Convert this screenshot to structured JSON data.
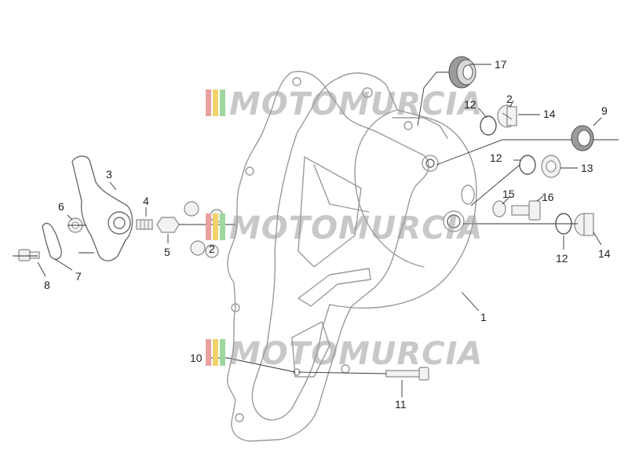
{
  "watermark": {
    "text": "MOTOMURCIA",
    "stripe_colors": [
      "#e8a0a0",
      "#f0d36a",
      "#9fd79f"
    ]
  },
  "callouts": {
    "c1": "1",
    "c2a": "2",
    "c2b": "2",
    "c3": "3",
    "c4": "4",
    "c5": "5",
    "c6": "6",
    "c7": "7",
    "c8": "8",
    "c9": "9",
    "c10": "10",
    "c11": "11",
    "c12a": "12",
    "c12b": "12",
    "c12c": "12",
    "c13": "13",
    "c14a": "14",
    "c14b": "14",
    "c15": "15",
    "c16": "16",
    "c17": "17"
  }
}
